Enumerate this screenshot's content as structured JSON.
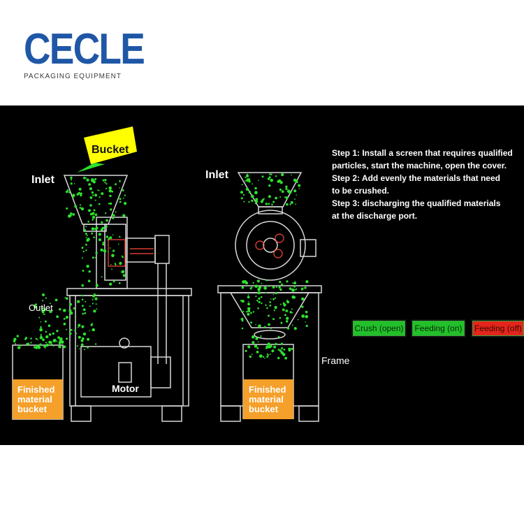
{
  "logo": {
    "brand": "CECLE",
    "tagline": "PACKAGING EQUIPMENT"
  },
  "labels": {
    "bucket": "Bucket",
    "inlet_left": "Inlet",
    "inlet_right": "Inlet",
    "outlet": "Outlet",
    "motor": "Motor",
    "frame": "Frame",
    "finished_left": [
      "Finished",
      "material",
      "bucket"
    ],
    "finished_right": [
      "Finished",
      "material",
      "bucket"
    ]
  },
  "steps": [
    "Step 1: Install a screen that requires qualified",
    "particles, start the machine, open the cover.",
    "Step 2: Add evenly the materials that need",
    "to be crushed.",
    "Step 3: discharging the qualified materials",
    "at the discharge port."
  ],
  "buttons": [
    {
      "label": "Crush (open)",
      "state": "green"
    },
    {
      "label": "Feeding (on)",
      "state": "green"
    },
    {
      "label": "Feeding (off)",
      "state": "red"
    }
  ],
  "colors": {
    "brand": "#1f57a6",
    "bucket_label": "#ffff00",
    "finished": "#f5a02a",
    "particles": "#2ee02e"
  }
}
